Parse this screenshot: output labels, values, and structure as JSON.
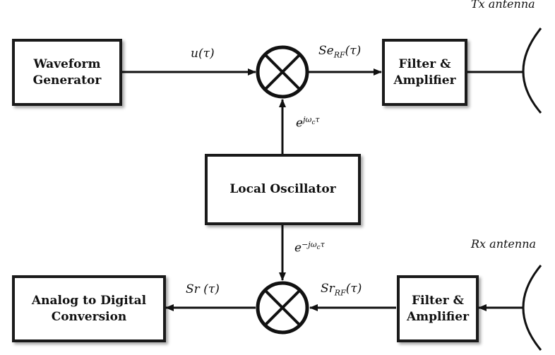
{
  "blocks": {
    "waveform_generator": [
      "Waveform",
      "Generator"
    ],
    "filter_amp_tx": [
      "Filter &",
      "Amplifier"
    ],
    "local_oscillator": "Local Oscillator",
    "filter_amp_rx": [
      "Filter &",
      "Amplifier"
    ],
    "adc": [
      "Analog to Digital",
      "Conversion"
    ]
  },
  "signals": {
    "u": {
      "base": "u",
      "arg": "(τ)"
    },
    "se_rf": {
      "base": "Se",
      "sub": "RF",
      "arg": "(τ)"
    },
    "lo_up": {
      "base": "e",
      "sup": "jω",
      "sup_sub": "c",
      "sup_tail": "τ"
    },
    "lo_down": {
      "base": "e",
      "sup": "−jω",
      "sup_sub": "c",
      "sup_tail": "τ"
    },
    "sr_rf": {
      "base": "Sr",
      "sub": "RF",
      "arg": "(τ)"
    },
    "sr": {
      "base": "Sr",
      "arg": " (τ)"
    }
  },
  "antennas": {
    "tx": "Tx antenna",
    "rx": "Rx antenna"
  }
}
